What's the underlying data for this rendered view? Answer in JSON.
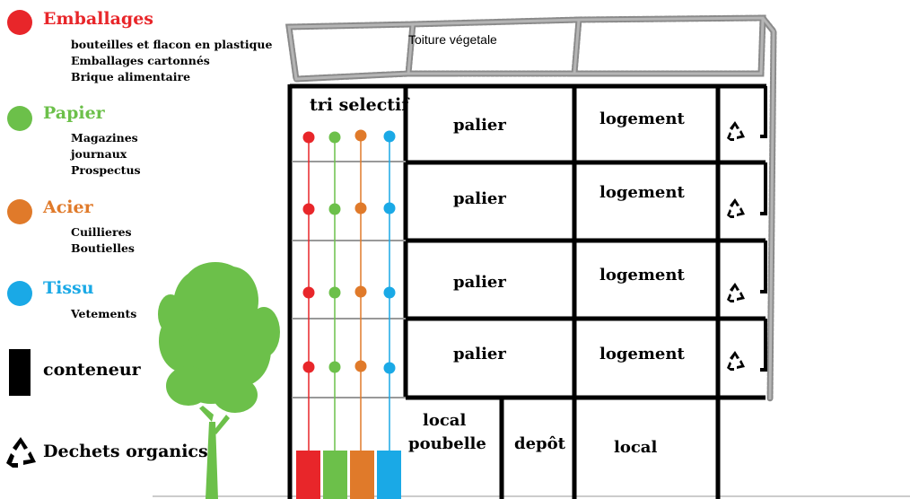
{
  "legend": {
    "categories": [
      {
        "title": "Emballages",
        "color": "#e8262a",
        "items": [
          "bouteilles et flacon en plastique",
          "Emballages cartonnés",
          "Brique alimentaire"
        ]
      },
      {
        "title": "Papier",
        "color": "#6cc04a",
        "items": [
          "Magazines",
          "journaux",
          "Prospectus"
        ]
      },
      {
        "title": "Acier",
        "color": "#e07a2a",
        "items": [
          "Cuillieres",
          "Boutielles"
        ]
      },
      {
        "title": "Tissu",
        "color": "#1aa9e6",
        "items": [
          "Vetements"
        ]
      }
    ],
    "conteneur_label": "conteneur",
    "organics_label": "Dechets organics",
    "recycle_icon": "recycle-icon"
  },
  "building": {
    "roof_label": "Toiture végetale",
    "tri_label": "tri selectif",
    "palier_label": "palier",
    "logement_label": "logement",
    "ground": {
      "local_poubelle_line1": "local",
      "local_poubelle_line2": "poubelle",
      "depot": "depôt",
      "local": "local"
    },
    "colors": {
      "tree": "#6cc04a",
      "roof": "#8a8a8a",
      "wall": "#000000"
    }
  }
}
